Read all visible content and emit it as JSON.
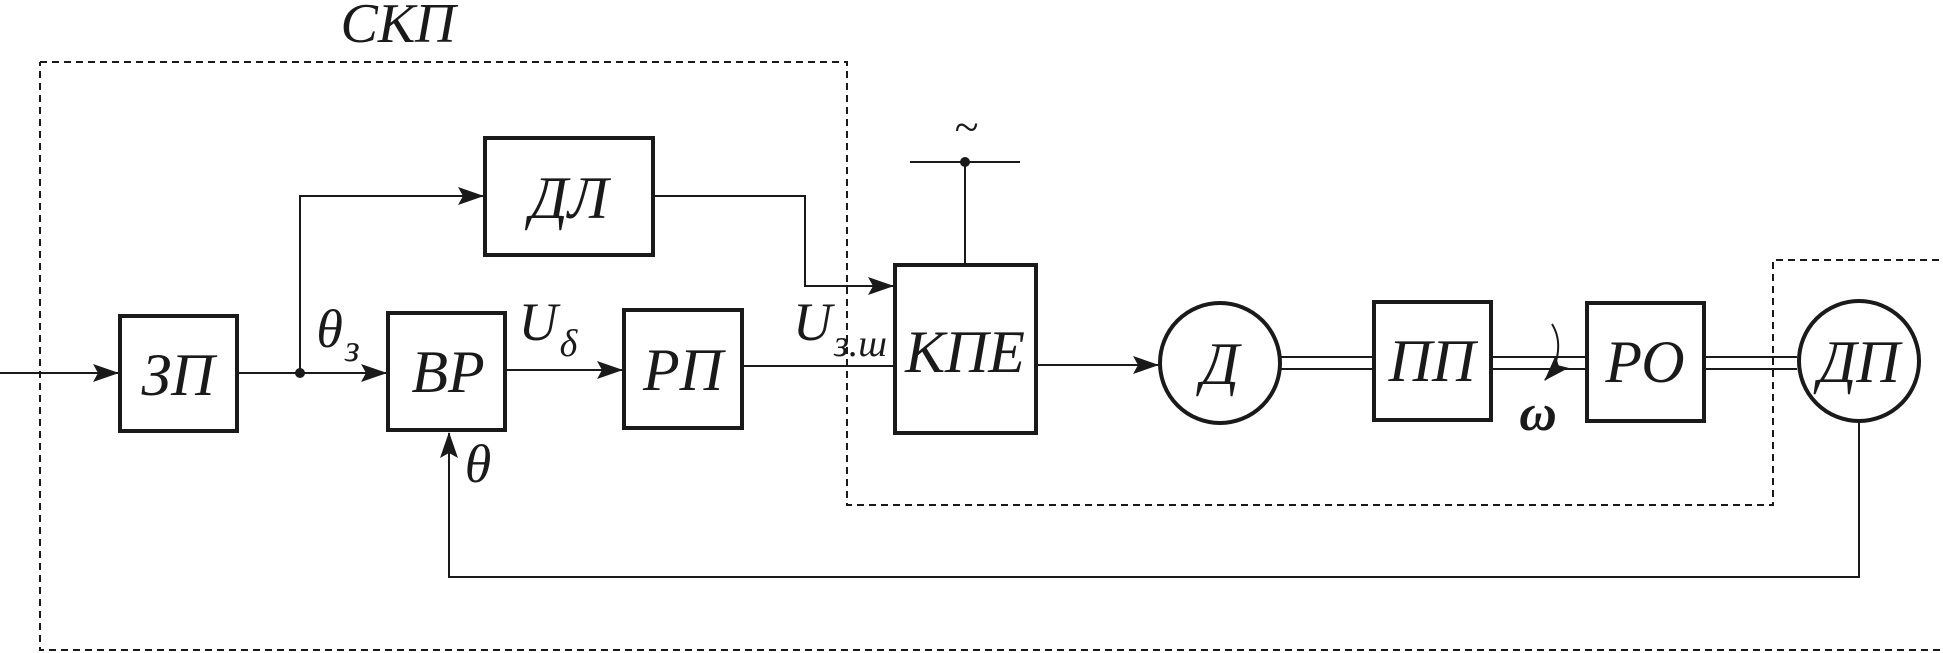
{
  "system": {
    "title": "СКП",
    "tilde": "~"
  },
  "blocks": {
    "zp": "ЗП",
    "dl": "ДЛ",
    "vr": "ВР",
    "rp": "РП",
    "kpe": "КПЕ",
    "d": "Д",
    "pp": "ПП",
    "ro": "РО",
    "dp": "ДП"
  },
  "signals": {
    "theta_z": {
      "base": "θ",
      "sub": "з"
    },
    "u_delta": {
      "base": "U",
      "sub": "δ"
    },
    "u_zsh": {
      "base": "U",
      "sub": "з.ш"
    },
    "theta": "θ",
    "omega": "ω"
  }
}
